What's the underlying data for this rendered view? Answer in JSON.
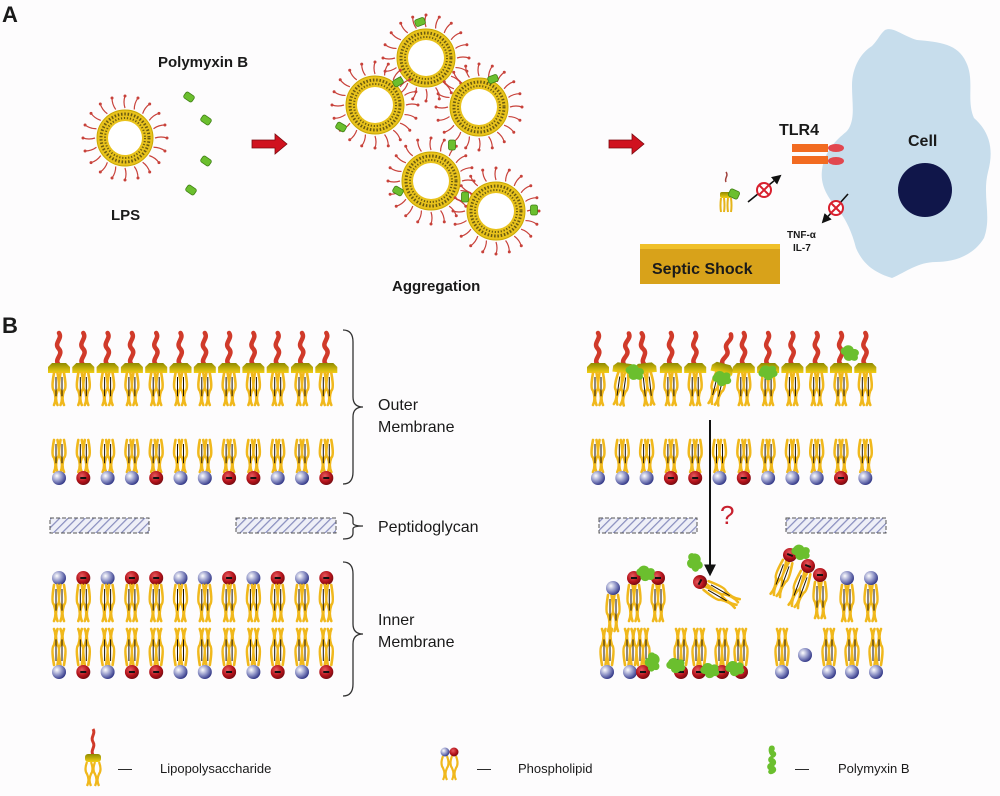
{
  "panels": {
    "a": {
      "letter": "A",
      "lps_label": "LPS",
      "polymyxin_label": "Polymyxin B",
      "aggregation_label": "Aggregation",
      "tlr4_label": "TLR4",
      "cell_label": "Cell",
      "cytokines": [
        "TNF-α",
        "IL-7"
      ],
      "septic_shock_label": "Septic Shock"
    },
    "b": {
      "letter": "B",
      "outer_membrane_label": [
        "Outer",
        "Membrane"
      ],
      "peptidoglycan_label": "Peptidoglycan",
      "inner_membrane_label": [
        "Inner",
        "Membrane"
      ],
      "question_mark": "?",
      "left_outer_inner_leaflet_heads": [
        "n",
        "a",
        "n",
        "n",
        "a",
        "n",
        "n",
        "a",
        "a",
        "n",
        "n",
        "a"
      ],
      "left_inner_top_heads": [
        "n",
        "a",
        "n",
        "a",
        "a",
        "n",
        "n",
        "a",
        "n",
        "a",
        "n",
        "a"
      ],
      "left_inner_bottom_heads": [
        "n",
        "a",
        "n",
        "a",
        "a",
        "n",
        "n",
        "a",
        "n",
        "a",
        "n",
        "a"
      ],
      "right_outer_inner_leaflet_heads": [
        "n",
        "n",
        "n",
        "a",
        "a",
        "n",
        "a",
        "n",
        "n",
        "n",
        "a",
        "n"
      ]
    }
  },
  "legend": {
    "items": [
      {
        "label": "Lipopolysaccharide",
        "icon": "lps-molecule-icon"
      },
      {
        "label": "Phospholipid",
        "icon": "phospholipid-icon"
      },
      {
        "label": "Polymyxin B",
        "icon": "polymyxin-b-icon"
      }
    ],
    "dash": "—"
  },
  "colors": {
    "lps_chain": "#d03a2a",
    "lipid_tail": "#f0b81c",
    "lps_core": "#b7b000",
    "neutral_head": "#4a4f9a",
    "anionic_head": "#b5121b",
    "polymyxin": "#6bbf2e",
    "cell": "#c7ddec",
    "nucleus": "#10164a",
    "tlr4": "#f26b21",
    "tlr4_tip": "#e2474f",
    "septic_box": "#e0a91a",
    "arrow_red": "#d0121f",
    "inhibit_red": "#d8202e",
    "peptidoglycan": "#9aa0c8"
  }
}
